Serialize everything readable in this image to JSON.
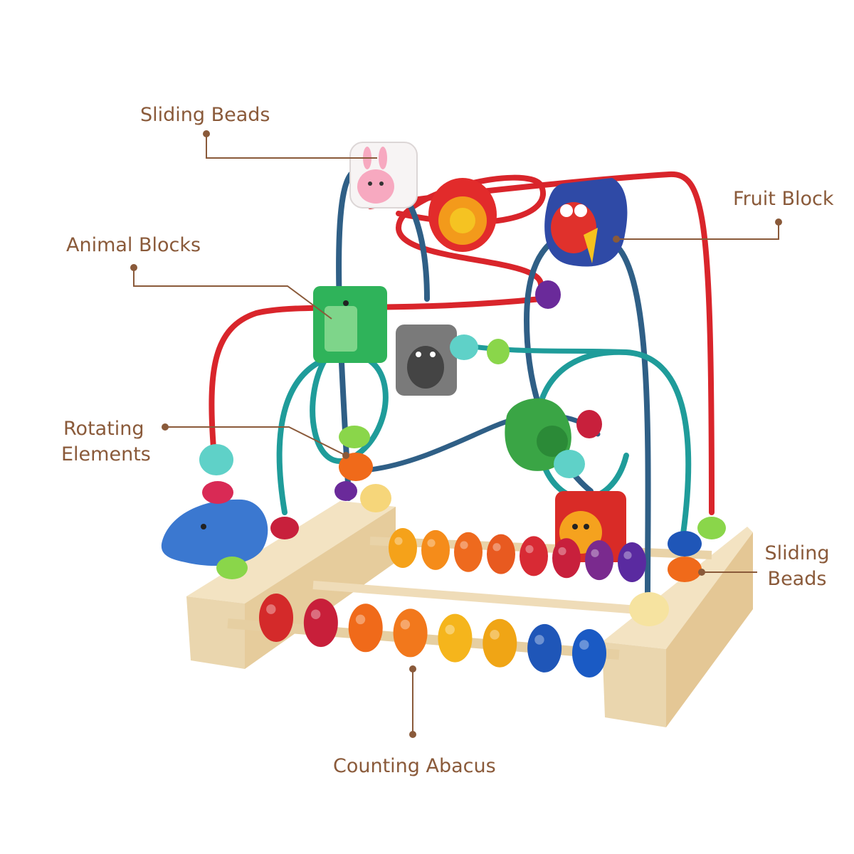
{
  "colors": {
    "label_text": "#8a5a3a",
    "leader_line": "#8a5a3a",
    "background": "#ffffff",
    "wood": "#ecd9b4",
    "wire_red": "#d9252b",
    "wire_blue": "#2f5f86",
    "wire_teal": "#1f9c9a"
  },
  "callouts": {
    "sliding_beads_top": "Sliding Beads",
    "animal_blocks": "Animal Blocks",
    "rotating_elements_line1": "Rotating",
    "rotating_elements_line2": "Elements",
    "fruit_block": "Fruit Block",
    "sliding_beads_right_line1": "Sliding",
    "sliding_beads_right_line2": "Beads",
    "counting_abacus": "Counting Abacus"
  },
  "abacus": {
    "front_bead_colors": [
      "#d42a2a",
      "#c81f3a",
      "#f06a1a",
      "#f2781c",
      "#f5b51c",
      "#f0a515",
      "#1f56b8",
      "#1a5ac4"
    ],
    "back_bead_colors": [
      "#f5a21a",
      "#f58c1a",
      "#ee6a1e",
      "#e85a20",
      "#d82a34",
      "#c8203c",
      "#7a2a8e",
      "#5a2aa0"
    ]
  }
}
